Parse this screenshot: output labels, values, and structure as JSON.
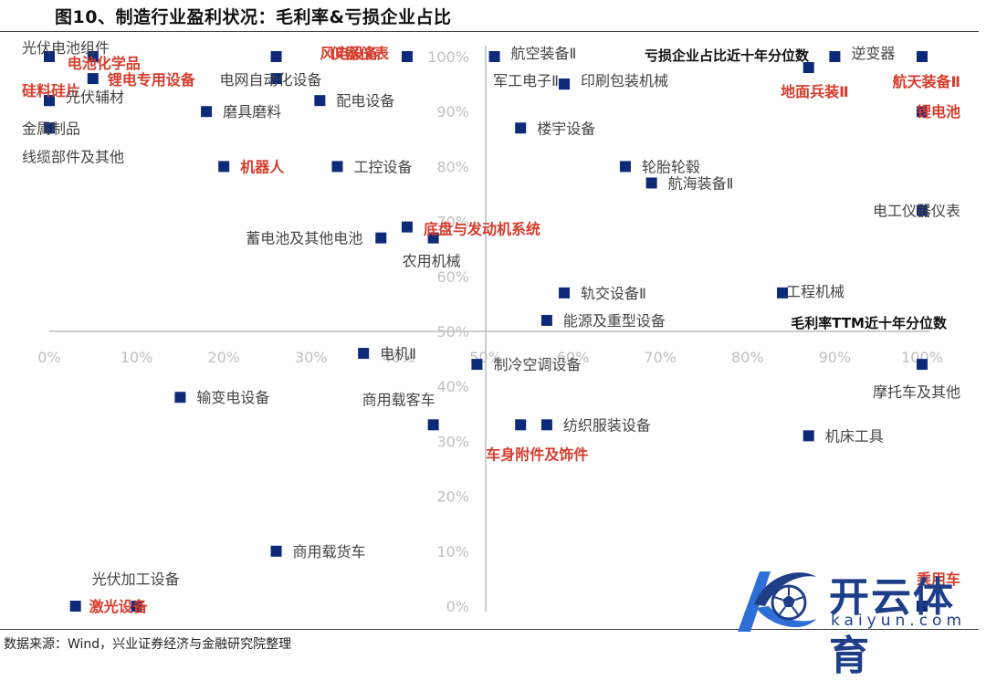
{
  "figure": {
    "title": "图10、制造行业盈利状况：毛利率&亏损企业占比",
    "source": "数据来源：Wind，兴业证券经济与金融研究院整理"
  },
  "logo": {
    "text_cn": "开云体育",
    "text_en": "kaiyun.com",
    "icon": "soccer-ball-k-icon"
  },
  "colors": {
    "marker": "#0d2a7a",
    "highlight_label": "#d63c2c",
    "normal_label": "#444444",
    "axis": "#bbbbbb",
    "tick": "#c0c0c0"
  },
  "chart_data": {
    "type": "scatter",
    "xlabel": "毛利率TTM近十年分位数",
    "ylabel": "亏损企业占比近十年分位数",
    "xlim": [
      0,
      1
    ],
    "ylim": [
      0,
      1
    ],
    "axes_cross": [
      0.5,
      0.5
    ],
    "x_ticks": [
      "0%",
      "10%",
      "20%",
      "30%",
      "40%",
      "50%",
      "60%",
      "70%",
      "80%",
      "90%",
      "100%"
    ],
    "y_ticks": [
      "0%",
      "10%",
      "20%",
      "30%",
      "40%",
      "50%",
      "60%",
      "70%",
      "80%",
      "90%",
      "100%"
    ],
    "grid": false,
    "points": [
      {
        "label": "光伏电池组件",
        "x": 0.0,
        "y": 1.0,
        "highlight": false
      },
      {
        "label": "电池化学品",
        "x": 0.05,
        "y": 1.0,
        "highlight": true
      },
      {
        "label": "风电设备",
        "x": 0.26,
        "y": 1.0,
        "highlight": true
      },
      {
        "label": "仪器仪表",
        "x": 0.41,
        "y": 1.0,
        "highlight": true
      },
      {
        "label": "航空装备Ⅱ",
        "x": 0.51,
        "y": 1.0,
        "highlight": false
      },
      {
        "label": "逆变器",
        "x": 0.9,
        "y": 1.0,
        "highlight": false
      },
      {
        "label": "航天装备Ⅱ",
        "x": 1.0,
        "y": 1.0,
        "highlight": true
      },
      {
        "label": "硅料硅片",
        "x": 0.0,
        "y": 0.92,
        "highlight": true
      },
      {
        "label": "光伏辅材",
        "x": 0.0,
        "y": 0.92,
        "highlight": false
      },
      {
        "label": "锂电专用设备",
        "x": 0.05,
        "y": 0.96,
        "highlight": true
      },
      {
        "label": "电网自动化设备",
        "x": 0.26,
        "y": 0.96,
        "highlight": false
      },
      {
        "label": "地面兵装Ⅱ",
        "x": 0.87,
        "y": 0.98,
        "highlight": true
      },
      {
        "label": "军工电子Ⅱ",
        "x": 0.59,
        "y": 0.95,
        "highlight": false
      },
      {
        "label": "印刷包装机械",
        "x": 0.59,
        "y": 0.95,
        "highlight": false
      },
      {
        "label": "配电设备",
        "x": 0.31,
        "y": 0.92,
        "highlight": false
      },
      {
        "label": "磨具磨料",
        "x": 0.18,
        "y": 0.9,
        "highlight": false
      },
      {
        "label": "锂电池",
        "x": 1.0,
        "y": 0.9,
        "highlight": true
      },
      {
        "label": "楼宇设备",
        "x": 0.54,
        "y": 0.87,
        "highlight": false
      },
      {
        "label": "金属制品",
        "x": 0.0,
        "y": 0.87,
        "highlight": false
      },
      {
        "label": "线缆部件及其他",
        "x": 0.0,
        "y": 0.87,
        "highlight": false
      },
      {
        "label": "机器人",
        "x": 0.2,
        "y": 0.8,
        "highlight": true
      },
      {
        "label": "工控设备",
        "x": 0.33,
        "y": 0.8,
        "highlight": false
      },
      {
        "label": "轮胎轮毂",
        "x": 0.66,
        "y": 0.8,
        "highlight": false
      },
      {
        "label": "航海装备Ⅱ",
        "x": 0.69,
        "y": 0.77,
        "highlight": false
      },
      {
        "label": "电工仪器仪表",
        "x": 1.0,
        "y": 0.72,
        "highlight": false
      },
      {
        "label": "底盘与发动机系统",
        "x": 0.41,
        "y": 0.69,
        "highlight": true
      },
      {
        "label": "蓄电池及其他电池",
        "x": 0.38,
        "y": 0.67,
        "highlight": false
      },
      {
        "label": "农用机械",
        "x": 0.44,
        "y": 0.67,
        "highlight": false
      },
      {
        "label": "轨交设备Ⅱ",
        "x": 0.59,
        "y": 0.57,
        "highlight": false
      },
      {
        "label": "工程机械",
        "x": 0.84,
        "y": 0.57,
        "highlight": false
      },
      {
        "label": "能源及重型设备",
        "x": 0.57,
        "y": 0.52,
        "highlight": false
      },
      {
        "label": "电机Ⅱ",
        "x": 0.36,
        "y": 0.46,
        "highlight": false
      },
      {
        "label": "制冷空调设备",
        "x": 0.49,
        "y": 0.44,
        "highlight": false
      },
      {
        "label": "摩托车及其他",
        "x": 1.0,
        "y": 0.44,
        "highlight": false
      },
      {
        "label": "输变电设备",
        "x": 0.15,
        "y": 0.38,
        "highlight": false
      },
      {
        "label": "商用载客车",
        "x": 0.44,
        "y": 0.33,
        "highlight": false
      },
      {
        "label": "车身附件及饰件",
        "x": 0.54,
        "y": 0.33,
        "highlight": true
      },
      {
        "label": "纺织服装设备",
        "x": 0.57,
        "y": 0.33,
        "highlight": false
      },
      {
        "label": "机床工具",
        "x": 0.87,
        "y": 0.31,
        "highlight": false
      },
      {
        "label": "商用载货车",
        "x": 0.26,
        "y": 0.1,
        "highlight": false
      },
      {
        "label": "光伏加工设备",
        "x": 0.03,
        "y": 0.0,
        "highlight": false
      },
      {
        "label": "激光设备",
        "x": 0.1,
        "y": 0.0,
        "highlight": true
      },
      {
        "label": "乘用车",
        "x": 1.0,
        "y": 0.0,
        "highlight": true
      }
    ]
  }
}
